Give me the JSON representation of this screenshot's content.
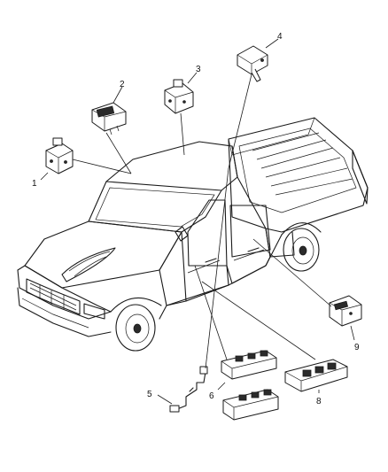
{
  "callouts": [
    {
      "id": "1",
      "label": "1"
    },
    {
      "id": "2",
      "label": "2"
    },
    {
      "id": "3",
      "label": "3"
    },
    {
      "id": "4",
      "label": "4"
    },
    {
      "id": "5",
      "label": "5"
    },
    {
      "id": "6",
      "label": "6"
    },
    {
      "id": "8",
      "label": "8"
    },
    {
      "id": "9",
      "label": "9"
    }
  ],
  "colors": {
    "line": "#1a1a1a",
    "background": "#ffffff"
  }
}
